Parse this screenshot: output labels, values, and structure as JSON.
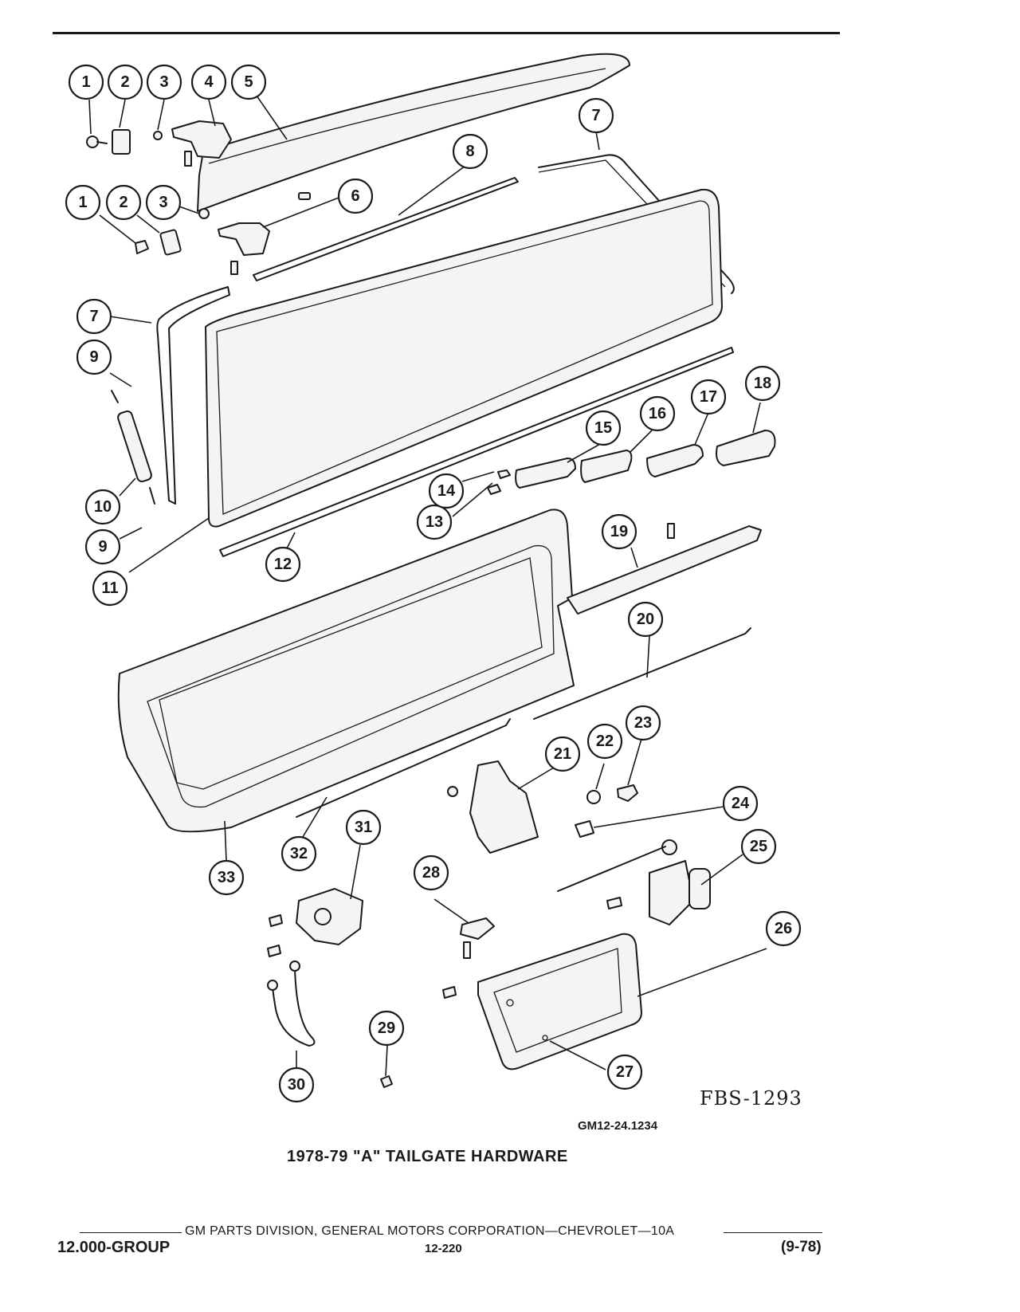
{
  "figure_code": "FBS-1293",
  "gm_code": "GM12-24.1234",
  "title": "1978-79 \"A\" TAILGATE HARDWARE",
  "footer": {
    "corporation": "GM PARTS DIVISION, GENERAL MOTORS CORPORATION—CHEVROLET—10A",
    "group": "12.000-GROUP",
    "page": "12-220",
    "date": "(9-78)"
  },
  "callouts": {
    "c1a": "1",
    "c2a": "2",
    "c3a": "3",
    "c4": "4",
    "c5": "5",
    "c7a": "7",
    "c8": "8",
    "c1b": "1",
    "c2b": "2",
    "c3b": "3",
    "c6": "6",
    "c7b": "7",
    "c9a": "9",
    "c10": "10",
    "c9b": "9",
    "c11": "11",
    "c12": "12",
    "c13": "13",
    "c14": "14",
    "c15": "15",
    "c16": "16",
    "c17": "17",
    "c18": "18",
    "c19": "19",
    "c20": "20",
    "c21": "21",
    "c22": "22",
    "c23": "23",
    "c24": "24",
    "c25": "25",
    "c26": "26",
    "c27": "27",
    "c28": "28",
    "c29": "29",
    "c30": "30",
    "c31": "31",
    "c32": "32",
    "c33": "33"
  }
}
